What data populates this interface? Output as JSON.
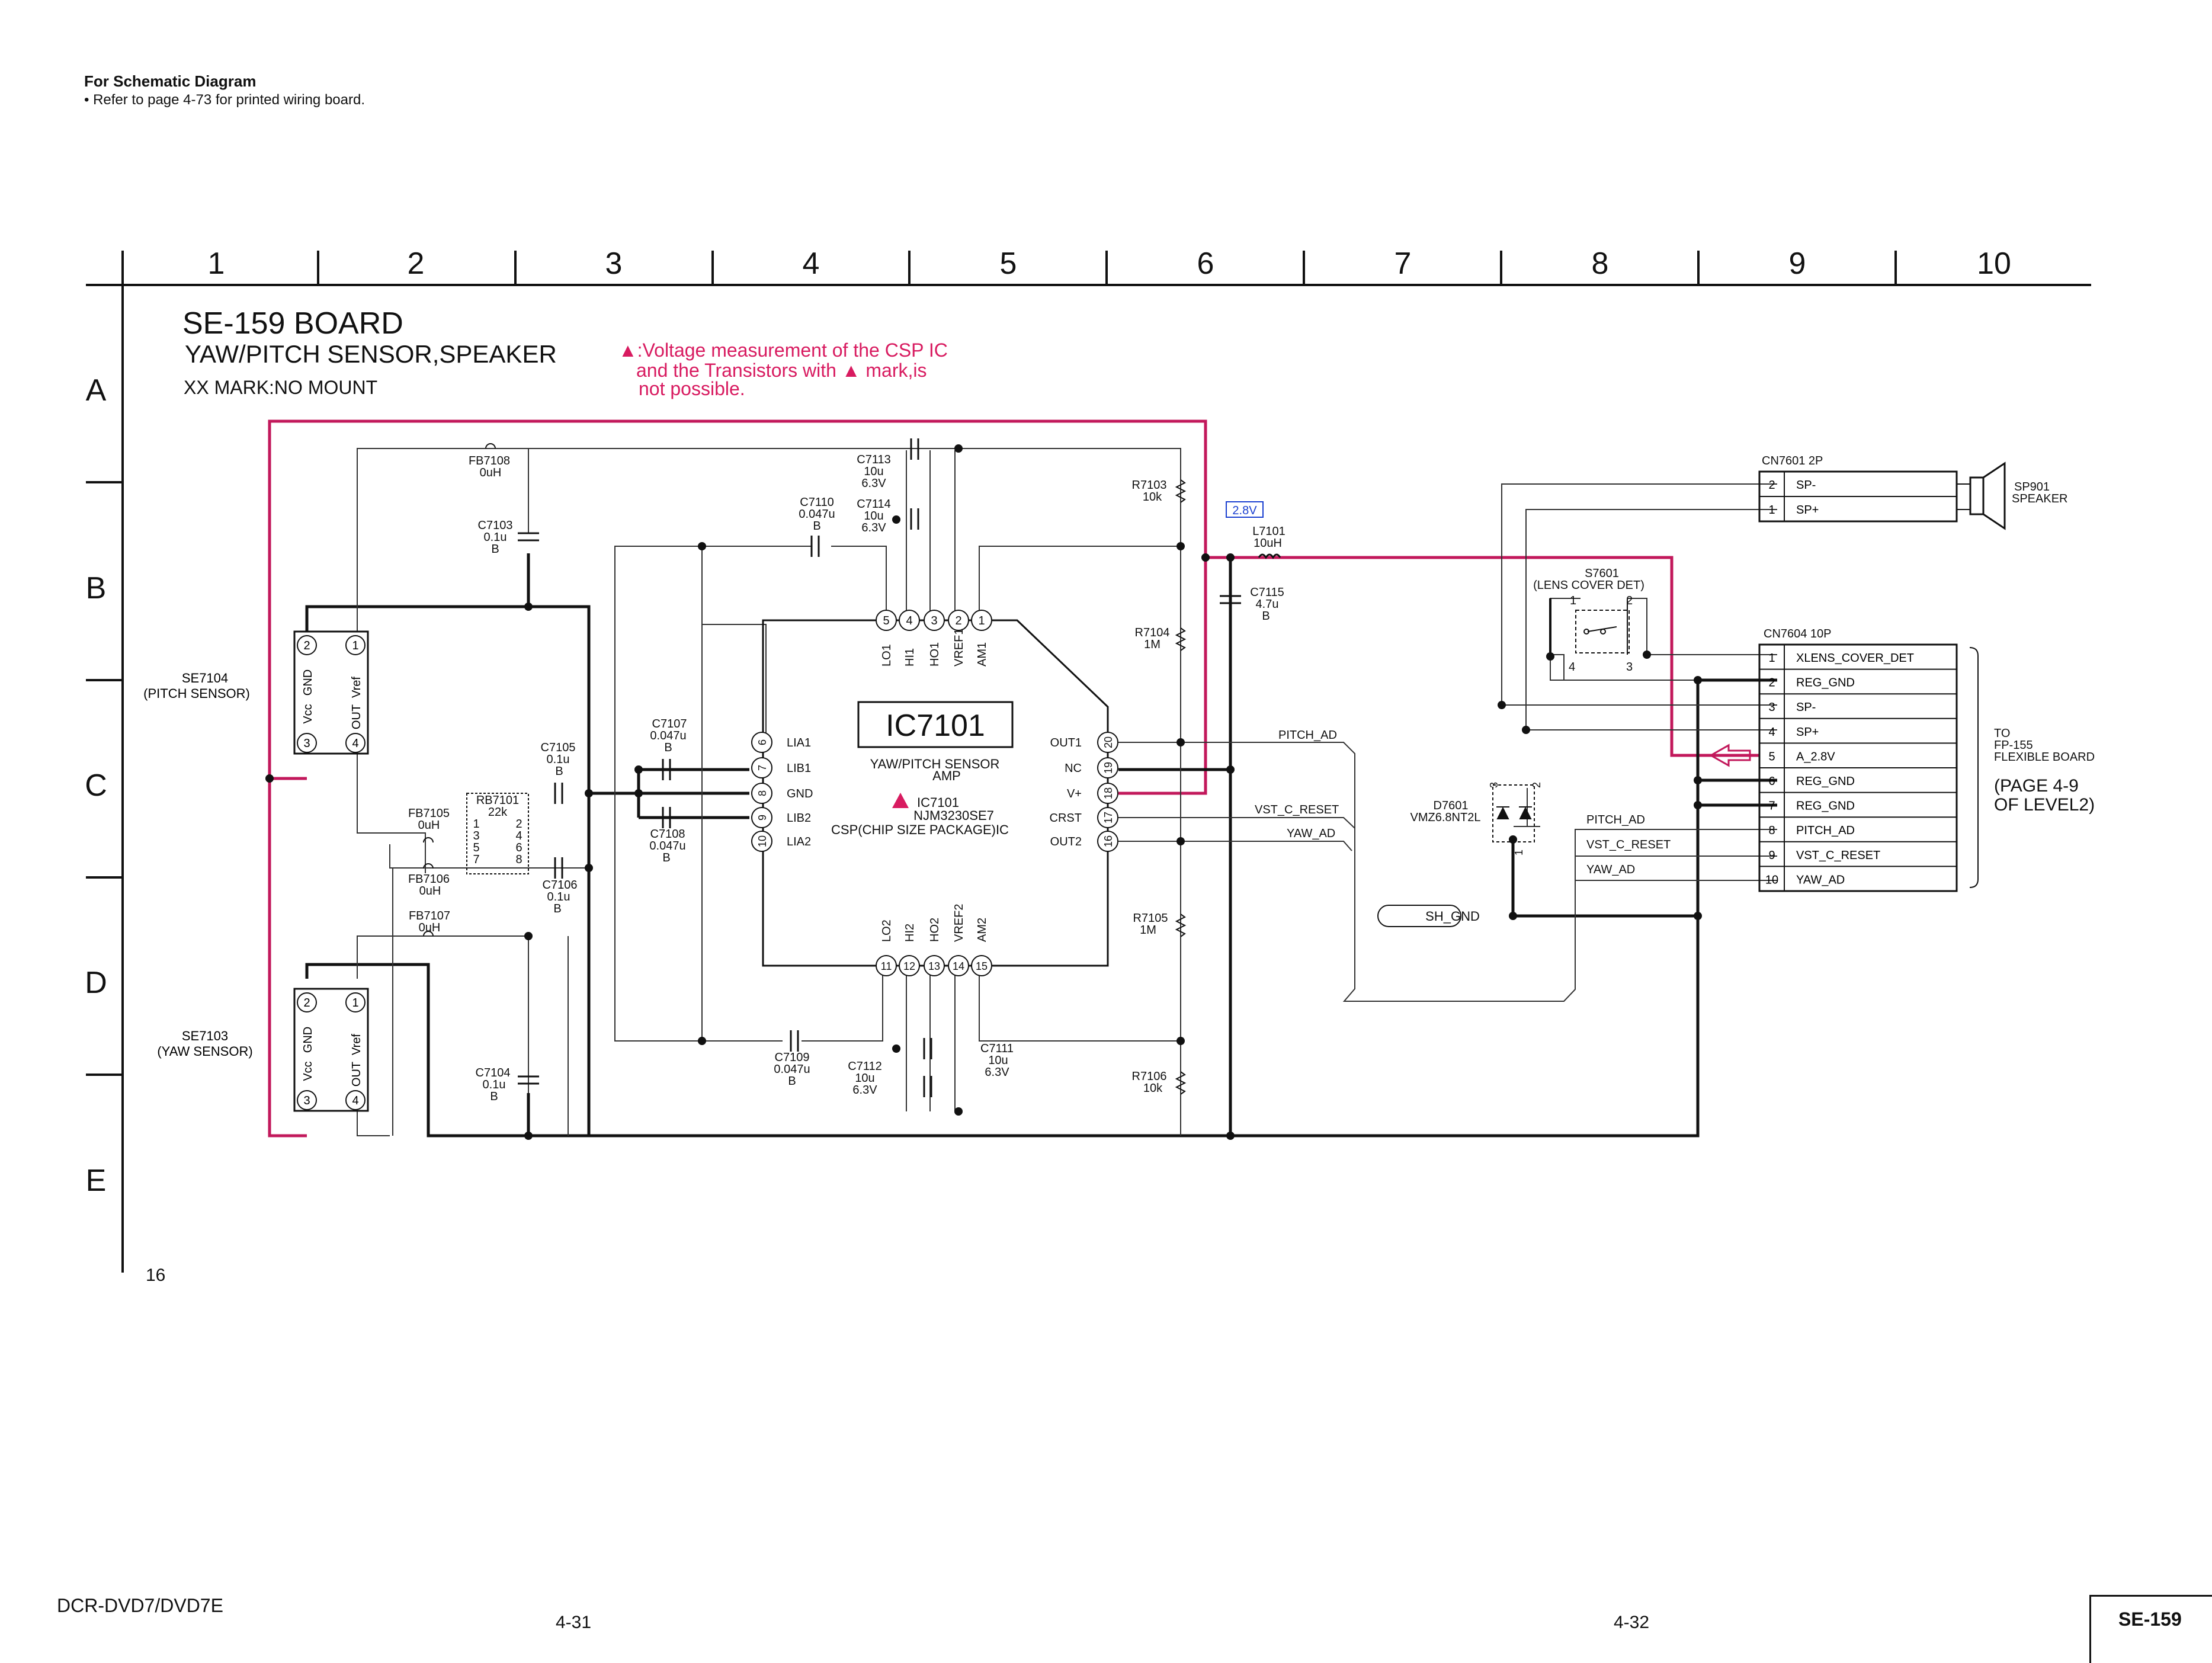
{
  "header": {
    "title": "For Schematic Diagram",
    "note": "• Refer to page 4-73 for printed wiring board."
  },
  "grid": {
    "columns": [
      "1",
      "2",
      "3",
      "4",
      "5",
      "6",
      "7",
      "8",
      "9",
      "10"
    ],
    "rows": [
      "A",
      "B",
      "C",
      "D",
      "E"
    ]
  },
  "board": {
    "name": "SE-159 BOARD",
    "subtitle": "YAW/PITCH SENSOR,SPEAKER",
    "mount_note": "XX MARK:NO MOUNT",
    "warning_line1": "▲:Voltage measurement of the CSP IC",
    "warning_line2": "and the Transistors with  ▲ mark,is",
    "warning_line3": "not possible."
  },
  "ic": {
    "ref": "IC7101",
    "desc1": "YAW/PITCH SENSOR",
    "desc2": "AMP",
    "mark_ref": "IC7101",
    "part": "NJM3230SE7",
    "package": "CSP(CHIP SIZE PACKAGE)IC",
    "top_pins": [
      {
        "num": "5",
        "name": "LO1"
      },
      {
        "num": "4",
        "name": "HI1"
      },
      {
        "num": "3",
        "name": "HO1"
      },
      {
        "num": "2",
        "name": "VREF1"
      },
      {
        "num": "1",
        "name": "AM1"
      }
    ],
    "bottom_pins": [
      {
        "num": "11",
        "name": "LO2"
      },
      {
        "num": "12",
        "name": "HI2"
      },
      {
        "num": "13",
        "name": "HO2"
      },
      {
        "num": "14",
        "name": "VREF2"
      },
      {
        "num": "15",
        "name": "AM2"
      }
    ],
    "left_pins": [
      {
        "num": "6",
        "name": "LIA1"
      },
      {
        "num": "7",
        "name": "LIB1"
      },
      {
        "num": "8",
        "name": "GND"
      },
      {
        "num": "9",
        "name": "LIB2"
      },
      {
        "num": "10",
        "name": "LIA2"
      }
    ],
    "right_pins": [
      {
        "num": "20",
        "name": "OUT1"
      },
      {
        "num": "19",
        "name": "NC"
      },
      {
        "num": "18",
        "name": "V+"
      },
      {
        "num": "17",
        "name": "CRST"
      },
      {
        "num": "16",
        "name": "OUT2"
      }
    ]
  },
  "sensors": {
    "pitch": {
      "ref": "SE7104",
      "label": "(PITCH SENSOR)",
      "pins": [
        "2",
        "1",
        "3",
        "4"
      ],
      "pin_names": [
        "GND",
        "Vref",
        "Vcc",
        "OUT"
      ]
    },
    "yaw": {
      "ref": "SE7103",
      "label": "(YAW SENSOR)",
      "pins": [
        "2",
        "1",
        "3",
        "4"
      ],
      "pin_names": [
        "GND",
        "Vref",
        "Vcc",
        "OUT"
      ]
    }
  },
  "components": {
    "fb7108": [
      "FB7108",
      "0uH"
    ],
    "c7103": [
      "C7103",
      "0.1u",
      "B"
    ],
    "c7113": [
      "C7113",
      "10u",
      "6.3V"
    ],
    "c7110": [
      "C7110",
      "0.047u",
      "B"
    ],
    "c7114": [
      "C7114",
      "10u",
      "6.3V"
    ],
    "r7103": [
      "R7103",
      "10k"
    ],
    "r7104": [
      "R7104",
      "1M"
    ],
    "c7107": [
      "C7107",
      "0.047u",
      "B"
    ],
    "c7105": [
      "C7105",
      "0.1u",
      "B"
    ],
    "rb7101": [
      "RB7101",
      "22k"
    ],
    "rb_pins": [
      "1",
      "2",
      "3",
      "4",
      "5",
      "6",
      "7",
      "8"
    ],
    "fb7105": [
      "FB7105",
      "0uH"
    ],
    "c7108": [
      "C7108",
      "0.047u",
      "B"
    ],
    "fb7106": [
      "FB7106",
      "0uH"
    ],
    "c7106": [
      "C7106",
      "0.1u",
      "B"
    ],
    "fb7107": [
      "FB7107",
      "0uH"
    ],
    "r7105": [
      "R7105",
      "1M"
    ],
    "c7109": [
      "C7109",
      "0.047u",
      "B"
    ],
    "c7112": [
      "C7112",
      "10u",
      "6.3V"
    ],
    "c7111": [
      "C7111",
      "10u",
      "6.3V"
    ],
    "c7104": [
      "C7104",
      "0.1u",
      "B"
    ],
    "r7106": [
      "R7106",
      "10k"
    ],
    "voltage": "2.8V",
    "l7101": [
      "L7101",
      "10uH"
    ],
    "c7115": [
      "C7115",
      "4.7u",
      "B"
    ],
    "s7601": [
      "S7601",
      "(LENS COVER DET)"
    ],
    "s7601_pins": [
      "1",
      "2",
      "4",
      "3"
    ],
    "d7601": [
      "D7601",
      "VMZ6.8NT2L"
    ],
    "d7601_pins": [
      "3",
      "2",
      "1"
    ],
    "sh_gnd": "SH_GND"
  },
  "signals": {
    "pitch_ad": "PITCH_AD",
    "vst_c_reset": "VST_C_RESET",
    "yaw_ad": "YAW_AD"
  },
  "cn7601": {
    "title": "CN7601   2P",
    "pins": [
      {
        "num": "2",
        "name": "SP-"
      },
      {
        "num": "1",
        "name": "SP+"
      }
    ]
  },
  "speaker": {
    "ref": "SP901",
    "label": "SPEAKER"
  },
  "cn7604": {
    "title": "CN7604   10P",
    "pins": [
      {
        "num": "1",
        "name": "XLENS_COVER_DET"
      },
      {
        "num": "2",
        "name": "REG_GND"
      },
      {
        "num": "3",
        "name": "SP-"
      },
      {
        "num": "4",
        "name": "SP+"
      },
      {
        "num": "5",
        "name": "A_2.8V"
      },
      {
        "num": "6",
        "name": "REG_GND"
      },
      {
        "num": "7",
        "name": "REG_GND"
      },
      {
        "num": "8",
        "name": "PITCH_AD"
      },
      {
        "num": "9",
        "name": "VST_C_RESET"
      },
      {
        "num": "10",
        "name": "YAW_AD"
      }
    ]
  },
  "destination": {
    "line1": "TO",
    "line2": "FP-155",
    "line3": "FLEXIBLE BOARD",
    "page1": "(PAGE 4-9",
    "page2": " OF LEVEL2)"
  },
  "sheet_number": "16",
  "footer": {
    "model": "DCR-DVD7/DVD7E",
    "page_left": "4-31",
    "page_right": "4-32",
    "board_tag": "SE-159"
  },
  "colors": {
    "power_line": "#c2185b",
    "warning_text": "#d81b60",
    "voltage_box": "#1a3fd0",
    "line": "#111111",
    "thin_line": "#333333"
  }
}
